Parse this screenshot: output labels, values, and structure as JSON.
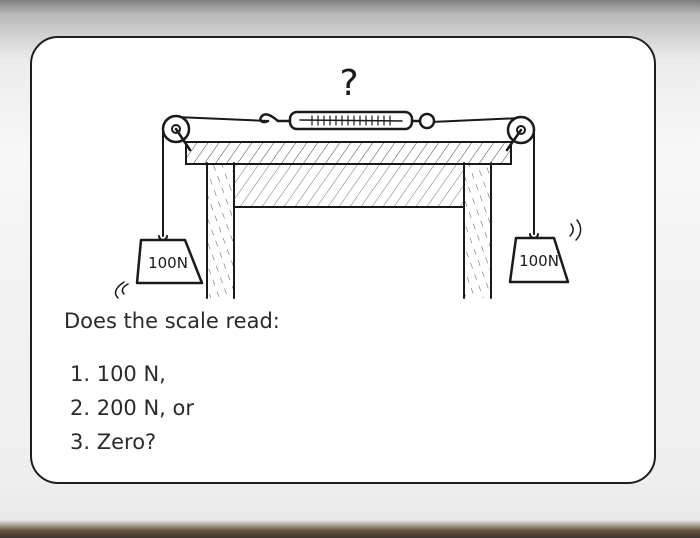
{
  "diagram": {
    "question_mark": "?",
    "left_weight_label": "100N",
    "right_weight_label": "100N"
  },
  "question": "Does the scale read:",
  "options": [
    "1. 100 N,",
    "2. 200 N, or",
    "3. Zero?"
  ]
}
